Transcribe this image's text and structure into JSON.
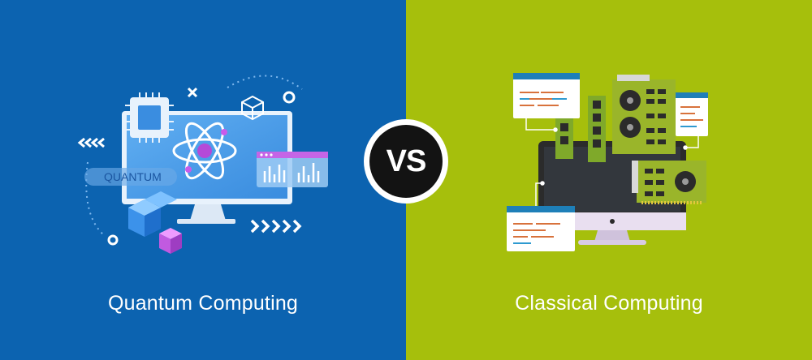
{
  "left": {
    "caption": "Quantum Computing",
    "screen_label": "QUANTUM",
    "background": "#0c63b0"
  },
  "right": {
    "caption": "Classical Computing",
    "background": "#a6bf0c"
  },
  "badge": {
    "label": "VS"
  },
  "icons": [
    "monitor-icon",
    "atom-icon",
    "chip-icon",
    "cube-icon",
    "bar-chart-icon",
    "circuit-board-icon",
    "code-window-icon",
    "fan-icon"
  ]
}
